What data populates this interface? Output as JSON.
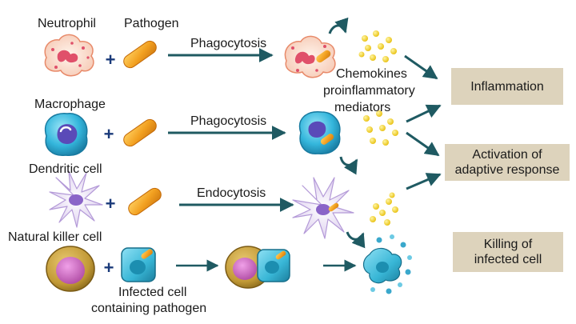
{
  "labels": {
    "neutrophil": "Neutrophil",
    "pathogen": "Pathogen",
    "macrophage": "Macrophage",
    "dendritic_cell": "Dendritic cell",
    "natural_killer_cell": "Natural killer cell",
    "infected_cell_line1": "Infected cell",
    "infected_cell_line2": "containing pathogen",
    "chemokines_line1": "Chemokines",
    "chemokines_line2": "proinflammatory",
    "chemokines_line3": "mediators"
  },
  "processes": {
    "row1": "Phagocytosis",
    "row2": "Phagocytosis",
    "row3": "Endocytosis"
  },
  "plus_sign": "+",
  "outcomes": {
    "inflammation": "Inflammation",
    "activation_line1": "Activation of",
    "activation_line2": "adaptive response",
    "killing_line1": "Killing of",
    "killing_line2": "infected cell"
  },
  "colors": {
    "arrow": "#1f5a62",
    "box": "#ddd3bc",
    "pathogen": "#f0a020",
    "chemokine": "#f2d21a",
    "macrophage": "#2fb4d8",
    "nk_cell": "#c29a36",
    "nk_nucleus": "#c85cb8",
    "infected_cell": "#38b6d6",
    "killed_debris": "#3aa8cc"
  }
}
